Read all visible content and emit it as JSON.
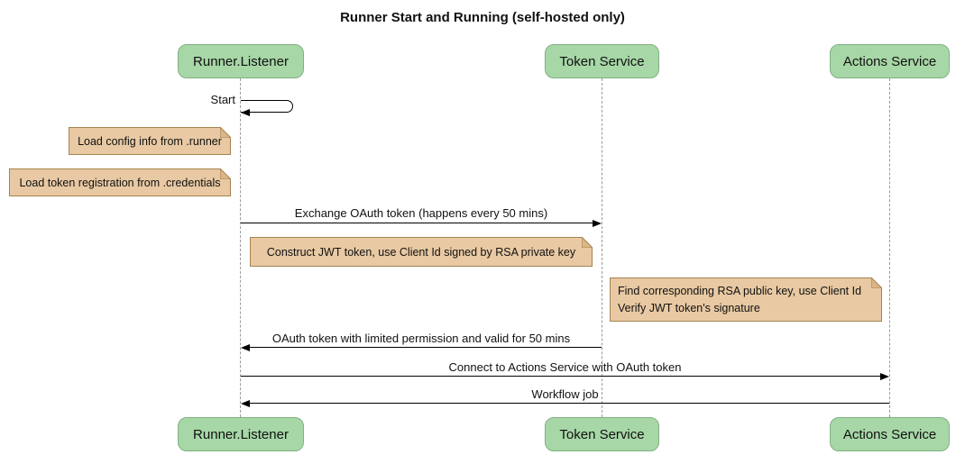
{
  "title": "Runner Start and Running (self-hosted only)",
  "participants": [
    {
      "name": "Runner.Listener"
    },
    {
      "name": "Token Service"
    },
    {
      "name": "Actions Service"
    }
  ],
  "messages": [
    {
      "label": "Start",
      "type": "self",
      "from": "Runner.Listener",
      "to": "Runner.Listener"
    },
    {
      "label": "Exchange OAuth token (happens every 50 mins)",
      "type": "solid-arrow",
      "from": "Runner.Listener",
      "to": "Token Service"
    },
    {
      "label": "OAuth token with limited permission and valid for 50 mins",
      "type": "solid-arrow",
      "from": "Token Service",
      "to": "Runner.Listener"
    },
    {
      "label": "Connect to Actions Service with OAuth token",
      "type": "solid-arrow",
      "from": "Runner.Listener",
      "to": "Actions Service"
    },
    {
      "label": "Workflow job",
      "type": "solid-arrow",
      "from": "Actions Service",
      "to": "Runner.Listener"
    }
  ],
  "notes": [
    {
      "text": "Load config info from .runner"
    },
    {
      "text": "Load token registration from .credentials"
    },
    {
      "text": "Construct JWT token, use Client Id signed by RSA private key"
    },
    {
      "line1": "Find corresponding RSA public key, use Client Id",
      "line2": "Verify JWT token's signature"
    }
  ],
  "colors": {
    "background": "#ffffff",
    "participant_fill": "#a7d7a7",
    "participant_border": "#82b082",
    "note_fill": "#e8c9a3",
    "note_border": "#a5834f",
    "note_fold": "#dbb687",
    "lifeline": "#9a9a9a",
    "arrow": "#000000",
    "text": "#111111"
  }
}
